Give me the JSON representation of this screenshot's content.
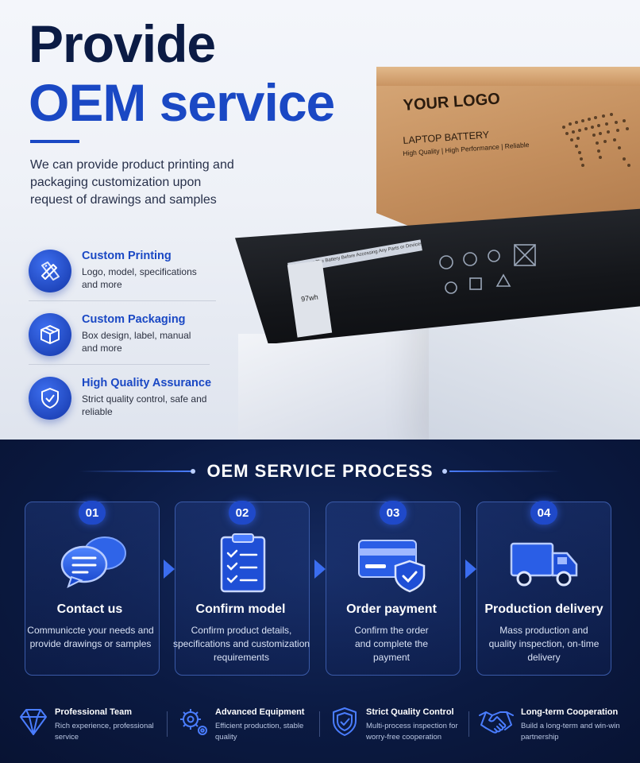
{
  "hero": {
    "title_line1": "Provide",
    "title_line2": "OEM service",
    "lead": "We can provide product printing and packaging customization upon request of drawings and samples",
    "features": [
      {
        "title": "Custom Printing",
        "desc": "Logo, model, specifications and more",
        "icon": "pencil-ruler-icon"
      },
      {
        "title": "Custom Packaging",
        "desc": "Box design, label, manual and more",
        "icon": "box-icon"
      },
      {
        "title": "High Quality Assurance",
        "desc": "Strict quality control, safe and reliable",
        "icon": "shield-check-icon"
      }
    ],
    "box": {
      "logo": "YOUR LOGO",
      "product": "LAPTOP BATTERY",
      "tagline": "High Quality | High Performance | Reliable"
    },
    "battery": {
      "warning": "Disconnect The Battery Before Accessing Any Parts or Devices.",
      "capacity": "97wh"
    }
  },
  "process": {
    "title": "OEM SERVICE PROCESS",
    "steps": [
      {
        "num": "01",
        "title": "Contact us",
        "desc": "Communiccte your needs and provide drawings or samples",
        "icon": "chat-bubbles-icon"
      },
      {
        "num": "02",
        "title": "Confirm model",
        "desc": "Confirm product details, specifications and customization requirements",
        "icon": "checklist-icon"
      },
      {
        "num": "03",
        "title": "Order payment",
        "desc": "Confirm the order and complete the payment",
        "icon": "credit-card-shield-icon"
      },
      {
        "num": "04",
        "title": "Production delivery",
        "desc": "Mass production and quality inspection, on-time delivery",
        "icon": "truck-icon"
      }
    ]
  },
  "footer": [
    {
      "title": "Professional Team",
      "desc": "Rich experience, professional service",
      "icon": "diamond-icon"
    },
    {
      "title": "Advanced Equipment",
      "desc": "Efficient production, stable quality",
      "icon": "gears-icon"
    },
    {
      "title": "Strict Quality Control",
      "desc": "Multi-process inspection for worry-free cooperation",
      "icon": "shield-check-icon"
    },
    {
      "title": "Long-term Cooperation",
      "desc": "Build a long-term and win-win partnership",
      "icon": "handshake-icon"
    }
  ],
  "colors": {
    "brand": "#1a48c4",
    "navy": "#0b1b44",
    "dark_bg": "#0b1a42",
    "accent": "#3b6df0"
  }
}
